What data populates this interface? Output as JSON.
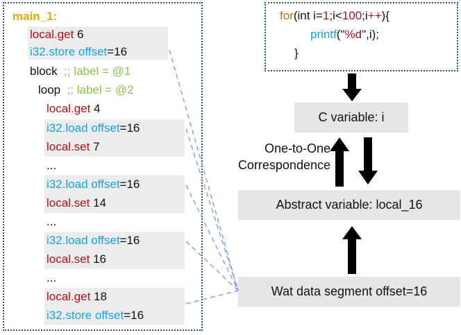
{
  "left_panel": {
    "title": "main_1:",
    "lines": [
      {
        "op": "local.get",
        "arg": " 6"
      },
      {
        "op": "i32.store offset",
        "arg": "=16"
      },
      {
        "op": "block",
        "comment": "  ;; label = @1"
      },
      {
        "op": "loop",
        "comment": "  ;; label = @2"
      },
      {
        "op": "local.get",
        "arg": " 4"
      },
      {
        "op": "i32.load offset",
        "arg": "=16"
      },
      {
        "op": "local.set",
        "arg": " 7"
      },
      {
        "op": "..."
      },
      {
        "op": "i32.load offset",
        "arg": "=16"
      },
      {
        "op": "local.set",
        "arg": " 14"
      },
      {
        "op": "..."
      },
      {
        "op": "i32.load offset",
        "arg": "=16"
      },
      {
        "op": "local.set",
        "arg": " 16"
      },
      {
        "op": "..."
      },
      {
        "op": "local.get",
        "arg": " 18"
      },
      {
        "op": "i32.store offset",
        "arg": "=16"
      }
    ]
  },
  "c_code": {
    "line1": {
      "kw": "for",
      "a": "(int i=",
      "n1": "1",
      "b": ";i<",
      "n2": "100",
      "c": ";i",
      "inc": "++",
      "d": "){"
    },
    "line2": {
      "fn": "printf",
      "a": "(\"",
      "fmt": "%d",
      "b": "\",i);"
    },
    "line3": "}"
  },
  "boxes": {
    "c_variable": "C variable: i",
    "abstract_variable": "Abstract variable: local_16",
    "wat_segment": "Wat data segment offset=16"
  },
  "correspondence_label": {
    "line1": "One-to-One",
    "line2": "Correspondence"
  },
  "colors": {
    "wasm_op_red": "#b0121b",
    "wasm_op_blue": "#16a4e0",
    "comment_green": "#8bc34a",
    "title_gold": "#e3a80d",
    "connector_dashed": "#8fa9d8",
    "box_grey": "#e6e6e6"
  }
}
